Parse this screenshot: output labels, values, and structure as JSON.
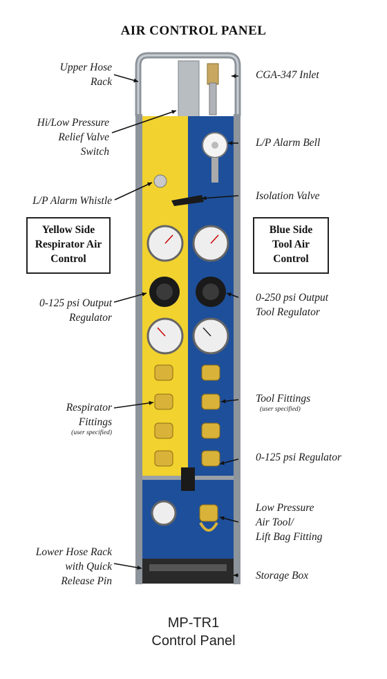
{
  "title": "AIR CONTROL PANEL",
  "labels": {
    "upper_hose_rack": [
      "Upper Hose",
      "Rack"
    ],
    "cga_inlet": "CGA-347 Inlet",
    "relief_valve": [
      "Hi/Low Pressure",
      "Relief Valve",
      "Switch"
    ],
    "lp_alarm_bell": "L/P Alarm Bell",
    "lp_alarm_whistle": "L/P Alarm Whistle",
    "isolation_valve": "Isolation Valve",
    "output_regulator_left": [
      "0-125 psi Output",
      "Regulator"
    ],
    "output_regulator_right": [
      "0-250 psi Output",
      "Tool Regulator"
    ],
    "respirator_fittings": [
      "Respirator",
      "Fittings"
    ],
    "respirator_fittings_note": "(user specified)",
    "tool_fittings": "Tool Fittings",
    "tool_fittings_note": "(user specified)",
    "regulator_125": "0-125 psi Regulator",
    "low_pressure_fitting": [
      "Low Pressure",
      "Air Tool/",
      "Lift Bag Fitting"
    ],
    "lower_hose_rack": [
      "Lower Hose Rack",
      "with Quick",
      "Release Pin"
    ],
    "storage_box": "Storage Box"
  },
  "boxes": {
    "yellow_side": [
      "Yellow Side",
      "Respirator Air",
      "Control"
    ],
    "blue_side": [
      "Blue Side",
      "Tool Air",
      "Control"
    ]
  },
  "caption": [
    "MP-TR1",
    "Control Panel"
  ],
  "colors": {
    "yellow_side": "#f2d22e",
    "blue_side": "#1e4f9a",
    "frame": "#9aa0a6",
    "brass": "#d9b23a"
  }
}
